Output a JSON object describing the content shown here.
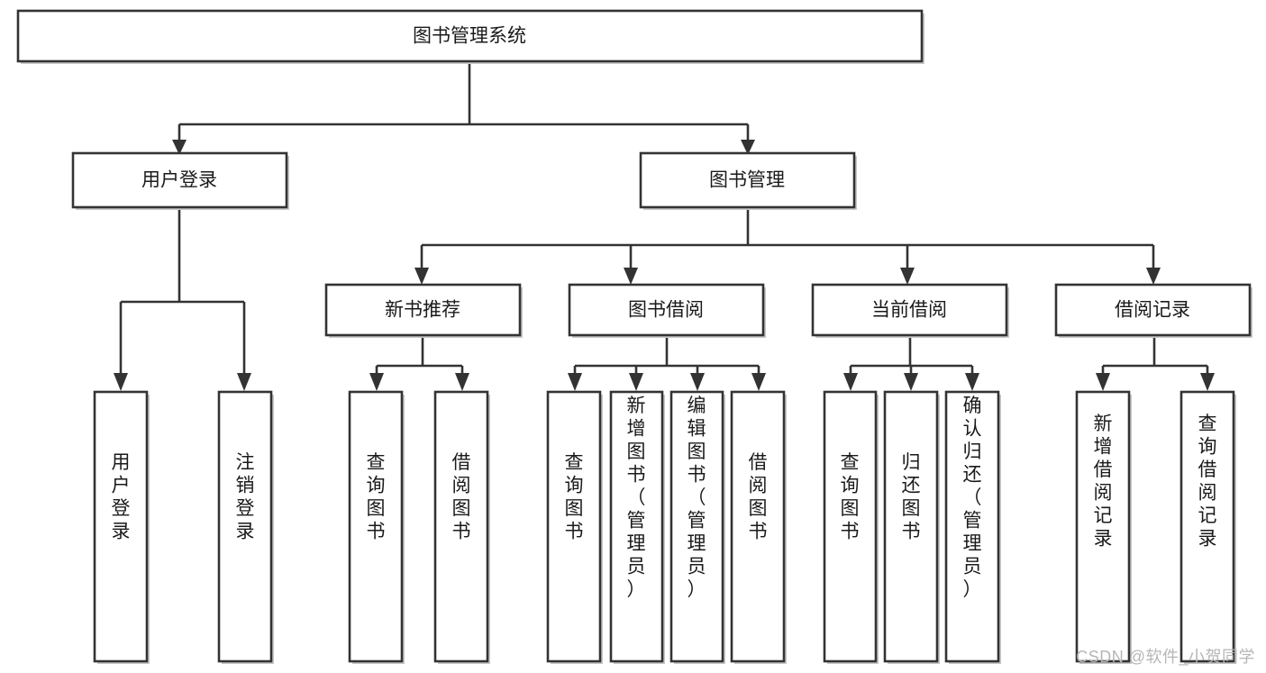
{
  "diagram": {
    "title": "图书管理系统",
    "watermark": "CSDN @软件_小贺同学",
    "type": "tree",
    "orientation": "top-down",
    "levels": 4,
    "colors": {
      "stroke": "#333333",
      "fill": "#ffffff",
      "text": "#1a1a1a",
      "shadow": "#c8c8c8",
      "watermark": "#b6b6b6",
      "background": "#ffffff"
    },
    "nodes": {
      "root": {
        "label": "图书管理系统",
        "level": 1
      },
      "l2": [
        {
          "id": "user-login",
          "label": "用户登录",
          "level": 2
        },
        {
          "id": "book-management",
          "label": "图书管理",
          "level": 2
        }
      ],
      "l3": [
        {
          "id": "new-book-recommend",
          "label": "新书推荐",
          "level": 3,
          "parent": "book-management"
        },
        {
          "id": "book-borrow",
          "label": "图书借阅",
          "level": 3,
          "parent": "book-management"
        },
        {
          "id": "current-borrow",
          "label": "当前借阅",
          "level": 3,
          "parent": "book-management"
        },
        {
          "id": "borrow-record",
          "label": "借阅记录",
          "level": 3,
          "parent": "book-management"
        }
      ],
      "leaves": [
        {
          "id": "leaf-user-login",
          "label": "用户登录",
          "parent": "user-login"
        },
        {
          "id": "leaf-logout-login",
          "label": "注销登录",
          "parent": "user-login"
        },
        {
          "id": "leaf-query-book-1",
          "label": "查询图书",
          "parent": "new-book-recommend"
        },
        {
          "id": "leaf-borrow-book-1",
          "label": "借阅图书",
          "parent": "new-book-recommend"
        },
        {
          "id": "leaf-query-book-2",
          "label": "查询图书",
          "parent": "book-borrow"
        },
        {
          "id": "leaf-add-book",
          "label": "新增图书（管理员）",
          "parent": "book-borrow"
        },
        {
          "id": "leaf-edit-book",
          "label": "编辑图书（管理员）",
          "parent": "book-borrow"
        },
        {
          "id": "leaf-borrow-book-2",
          "label": "借阅图书",
          "parent": "book-borrow"
        },
        {
          "id": "leaf-query-book-3",
          "label": "查询图书",
          "parent": "current-borrow"
        },
        {
          "id": "leaf-return-book",
          "label": "归还图书",
          "parent": "current-borrow"
        },
        {
          "id": "leaf-confirm-return",
          "label": "确认归还（管理员）",
          "parent": "current-borrow"
        },
        {
          "id": "leaf-add-record",
          "label": "新增借阅记录",
          "parent": "borrow-record"
        },
        {
          "id": "leaf-query-record",
          "label": "查询借阅记录",
          "parent": "borrow-record"
        }
      ]
    }
  }
}
